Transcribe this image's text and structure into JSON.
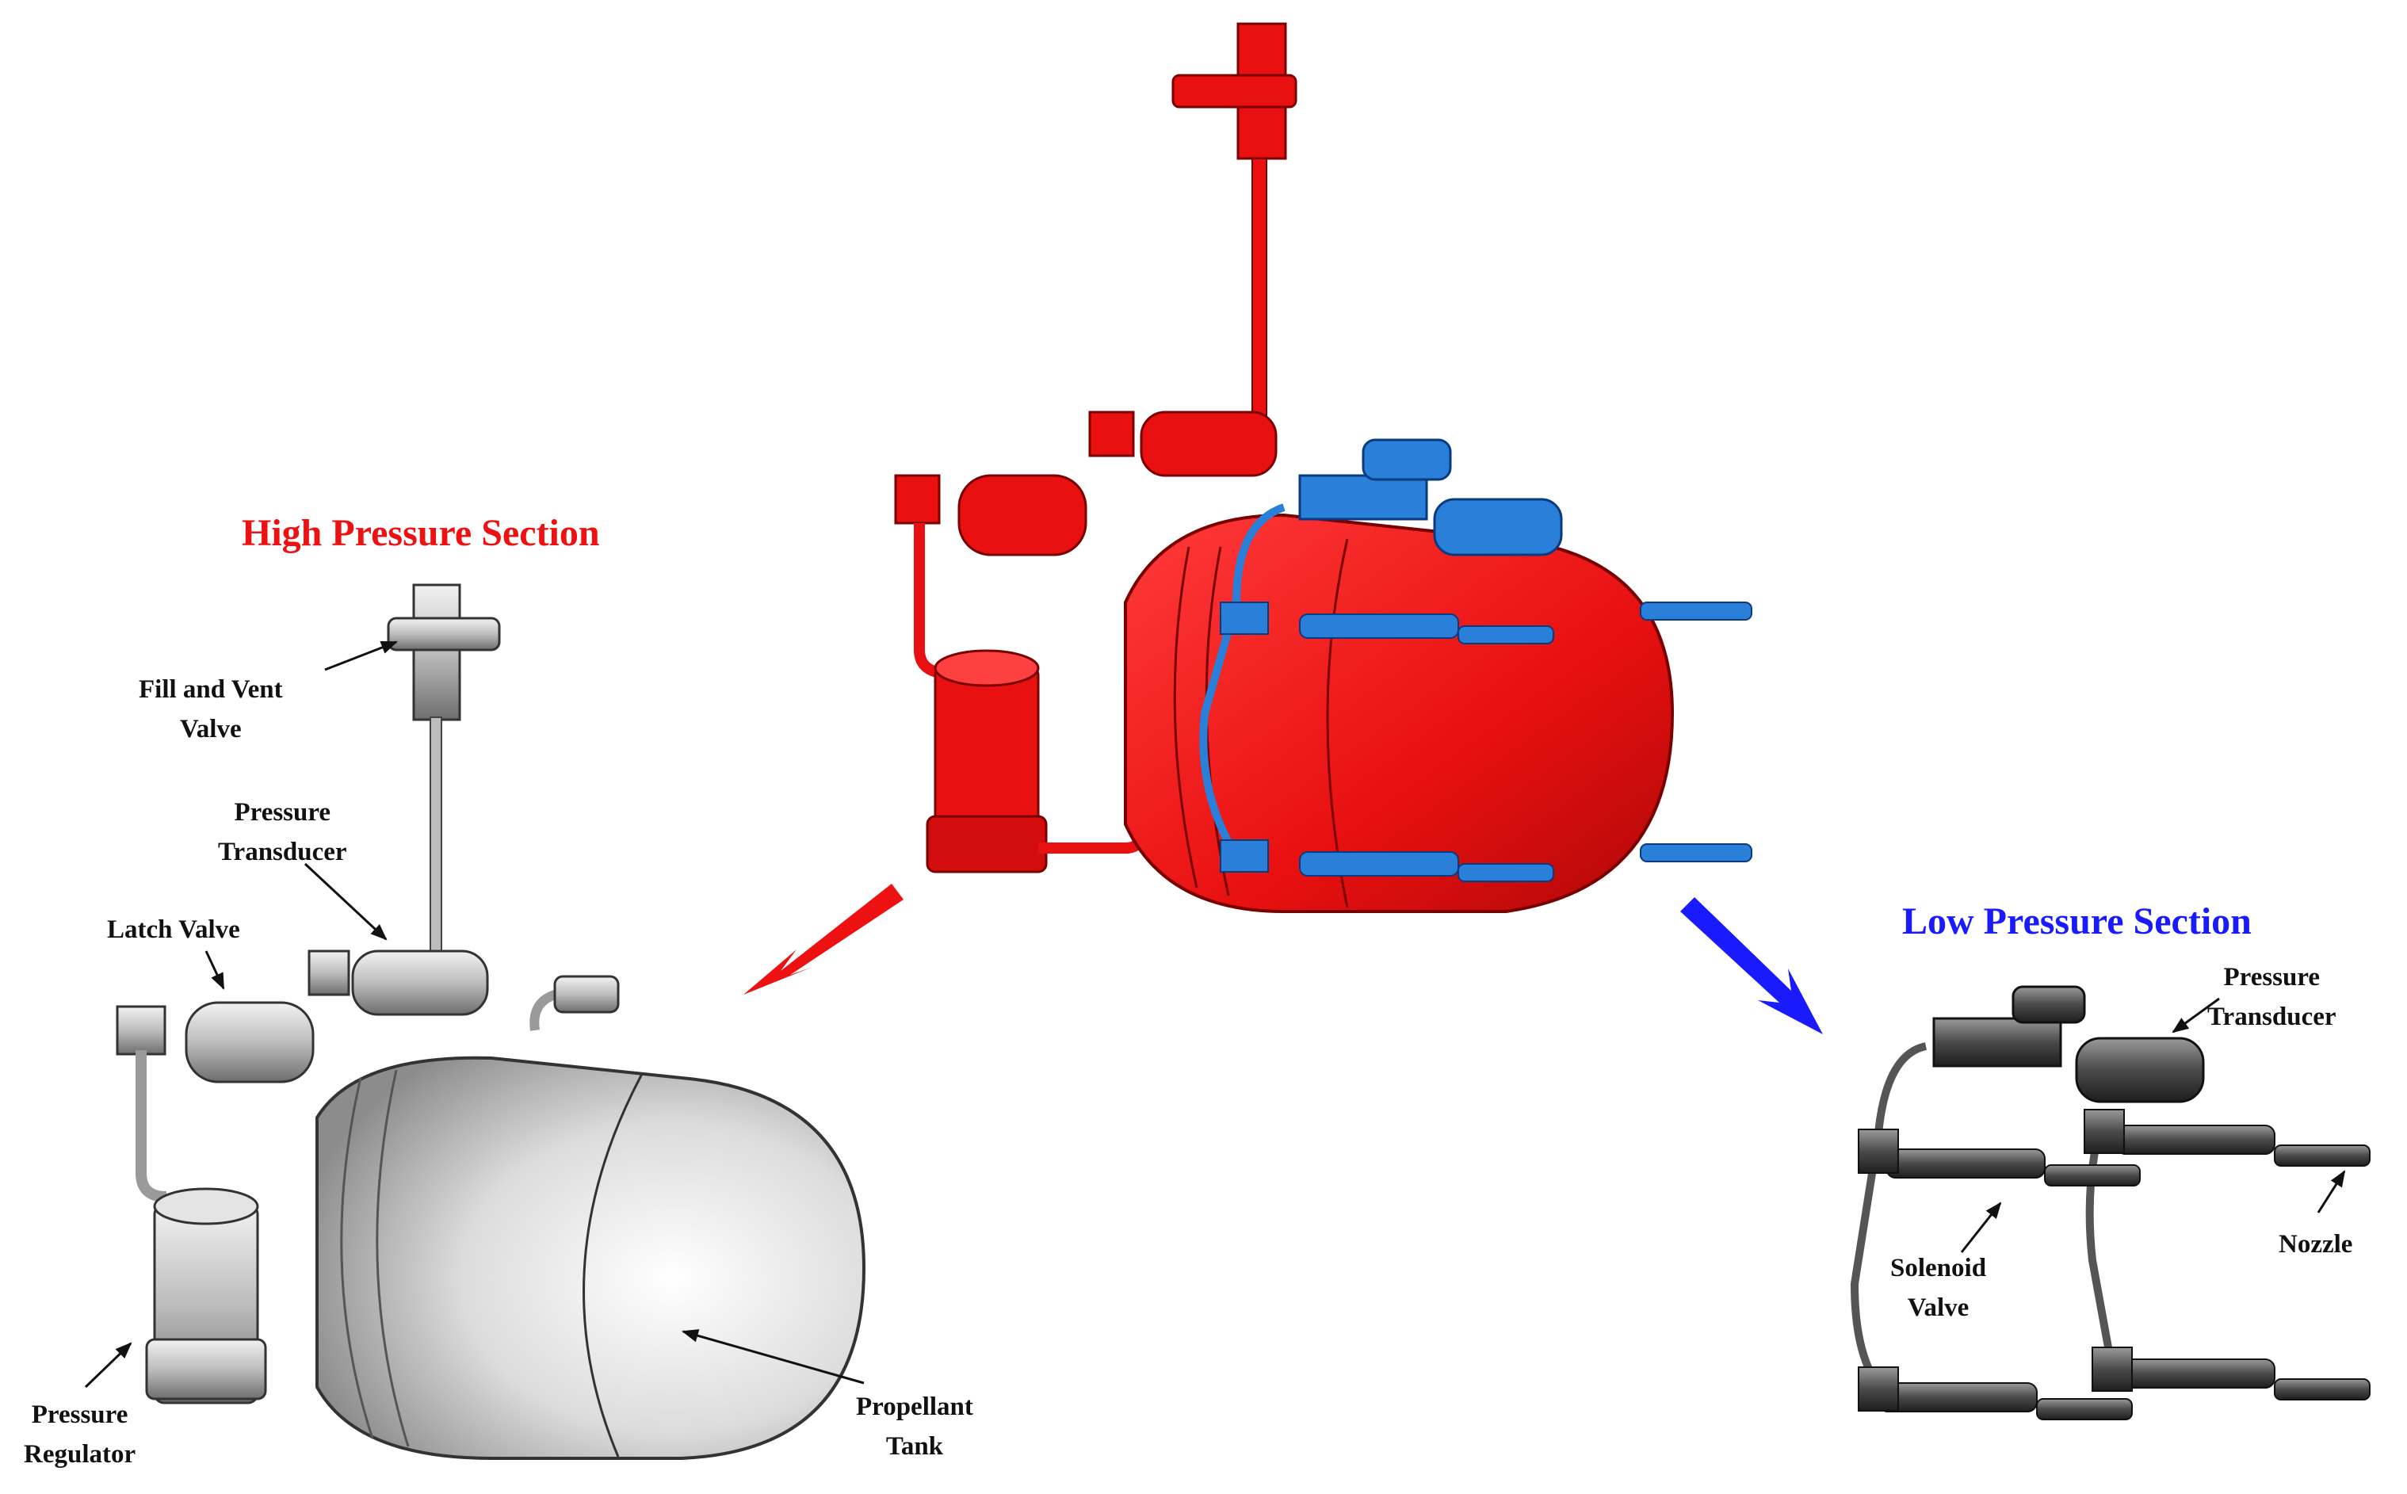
{
  "colors": {
    "high_pressure": "#ee1111",
    "low_pressure": "#1a1aff",
    "assembly_red": "#e81010",
    "assembly_blue": "#2a7fd8",
    "metal_light": "#d8d8d8",
    "metal_dark": "#3a3a3a",
    "label_text": "#111111"
  },
  "sections": {
    "high": {
      "title": "High Pressure Section"
    },
    "low": {
      "title": "Low Pressure Section"
    }
  },
  "labels": {
    "fill_vent": [
      "Fill and Vent",
      "Valve"
    ],
    "hp_transducer": [
      "Pressure",
      "Transducer"
    ],
    "latch_valve": [
      "Latch Valve"
    ],
    "regulator": [
      "Pressure",
      "Regulator"
    ],
    "tank": [
      "Propellant",
      "Tank"
    ],
    "lp_transducer": [
      "Pressure",
      "Transducer"
    ],
    "solenoid": [
      "Solenoid",
      "Valve"
    ],
    "nozzle": [
      "Nozzle"
    ]
  },
  "icons": {
    "center": "propulsion-assembly-illustration",
    "high": "high-pressure-assembly-illustration",
    "low": "low-pressure-assembly-illustration"
  }
}
